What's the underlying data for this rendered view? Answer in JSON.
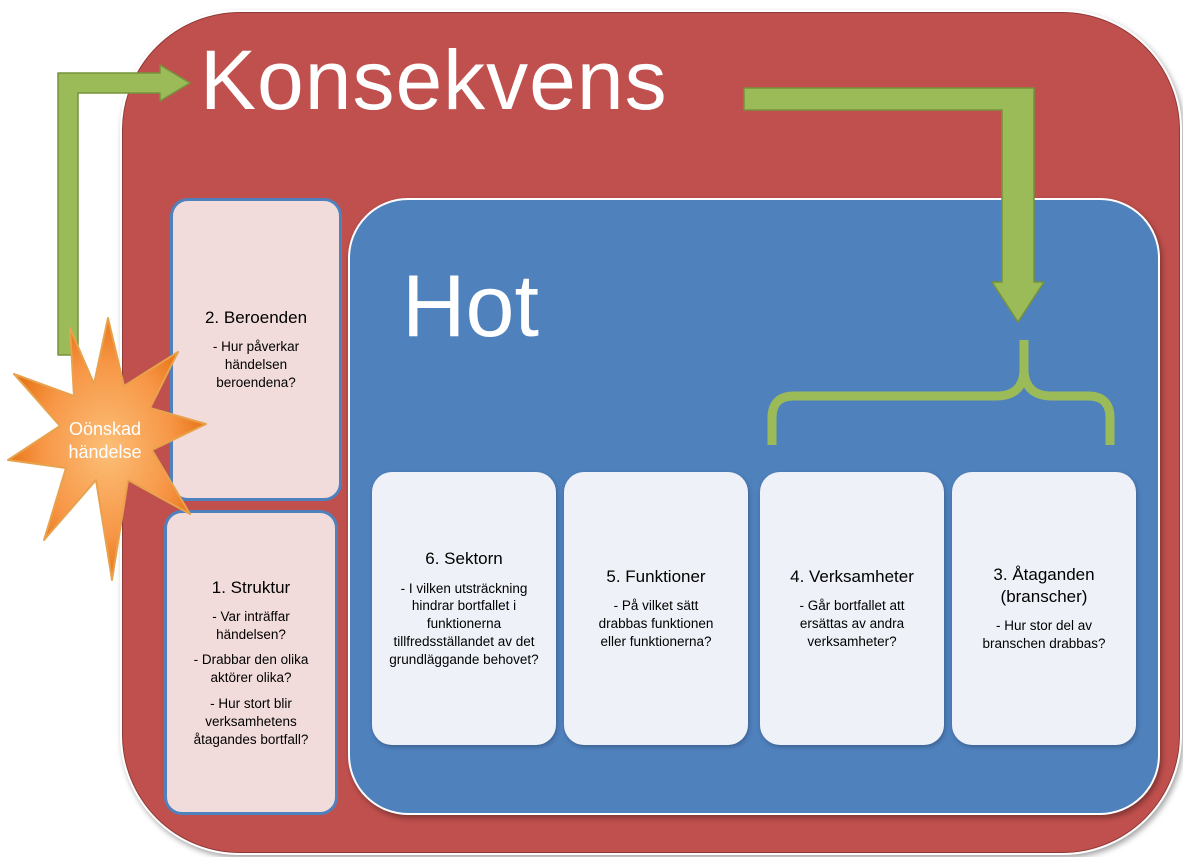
{
  "title_outer": "Konsekvens",
  "title_inner": "Hot",
  "event": {
    "line1": "Oönskad",
    "line2": "händelse"
  },
  "side_cards": [
    {
      "title": "2. Beroenden",
      "lines": [
        "- Hur påverkar händelsen beroendena?"
      ]
    },
    {
      "title": "1. Struktur",
      "lines": [
        "- Var inträffar händelsen?",
        "- Drabbar den olika aktörer olika?",
        "- Hur stort blir verksamhetens åtagandes bortfall?"
      ]
    }
  ],
  "cards": [
    {
      "title": "6. Sektorn",
      "lines": [
        "- I vilken utsträckning hindrar bortfallet i funktionerna tillfredsställandet av det grundläggande behovet?"
      ]
    },
    {
      "title": "5. Funktioner",
      "lines": [
        "- På vilket sätt drabbas funktionen eller funktionerna?"
      ]
    },
    {
      "title": "4. Verksamheter",
      "lines": [
        "- Går bortfallet att ersättas av andra verksamheter?"
      ]
    },
    {
      "title": "3. Åtaganden (branscher)",
      "lines": [
        "- Hur stor del av branschen drabbas?"
      ]
    }
  ],
  "colors": {
    "outer_fill": "#c0504d",
    "inner_fill": "#4f81bd",
    "arrow": "#9bbb59",
    "burst": "#f79646",
    "side_card_fill": "#f2dcdb",
    "card_fill": "#eef2f8"
  }
}
